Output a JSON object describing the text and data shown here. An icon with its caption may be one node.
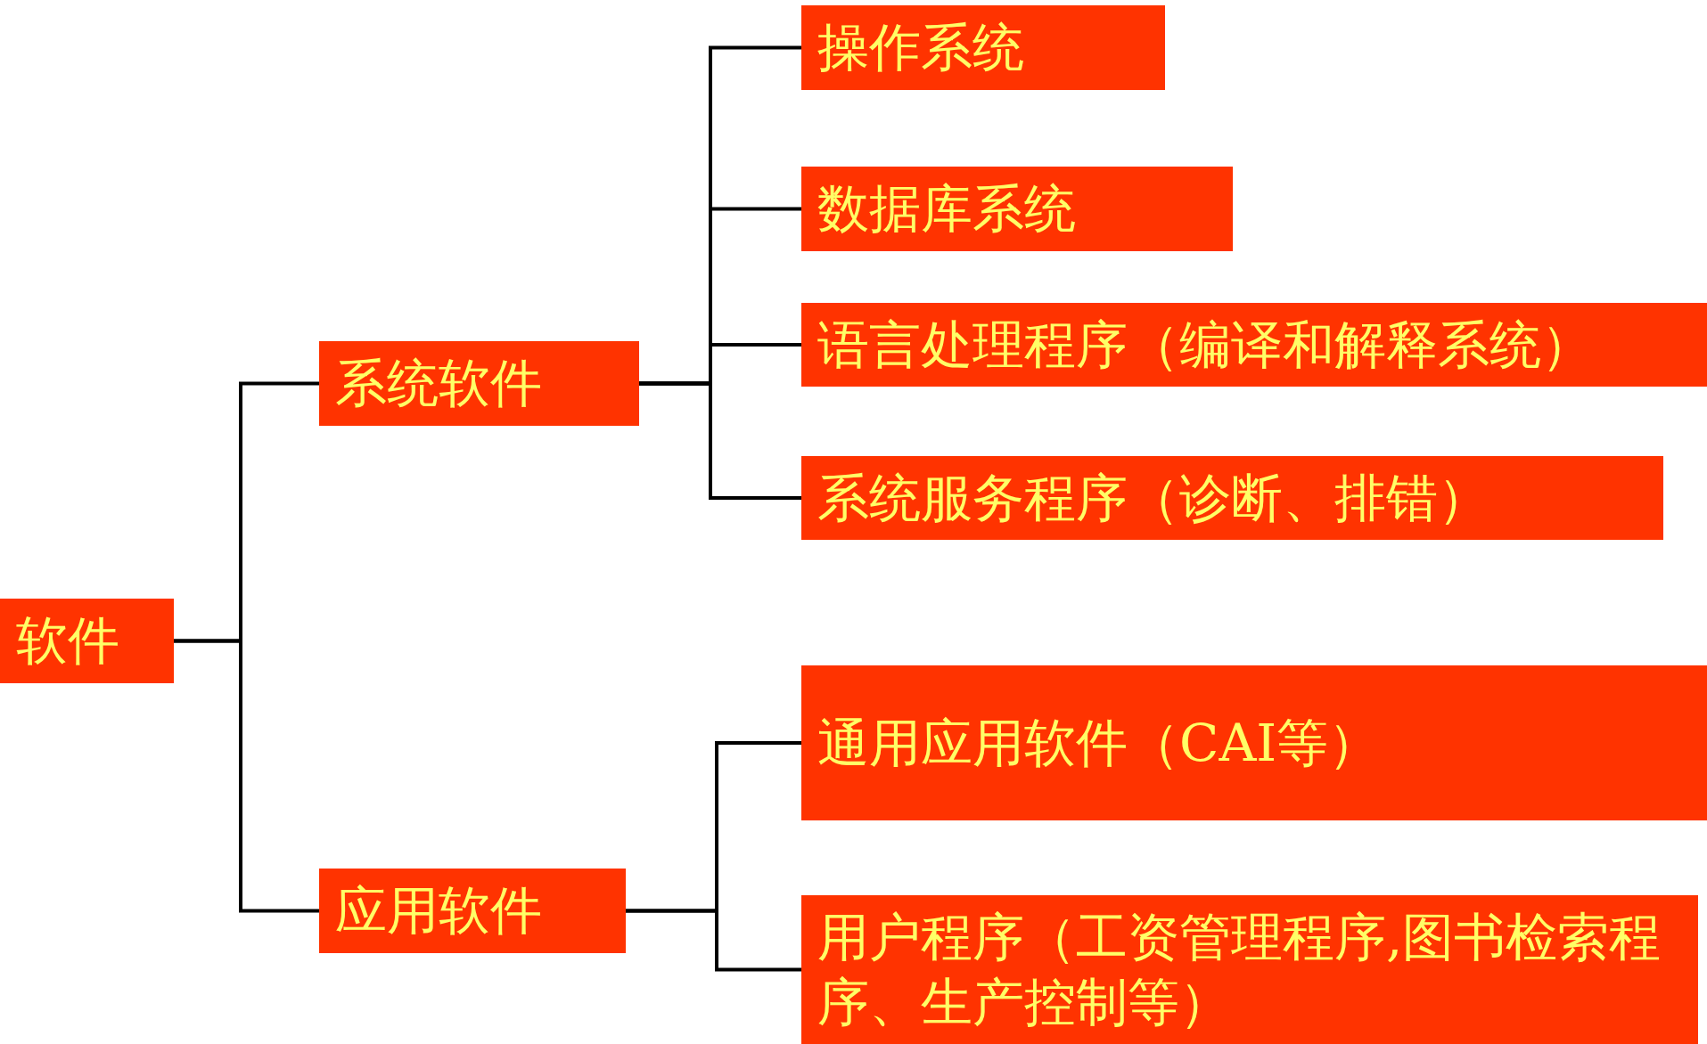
{
  "diagram": {
    "nodes": [
      {
        "text": [
          "软件"
        ]
      },
      {
        "text": [
          "系统软件"
        ]
      },
      {
        "text": [
          "应用软件"
        ]
      },
      {
        "text": [
          "操作系统"
        ]
      },
      {
        "text": [
          "数据库系统"
        ]
      },
      {
        "text": [
          "语言处理程序（编译和解释系统）"
        ]
      },
      {
        "text": [
          "系统服务程序（诊断、排错）"
        ]
      },
      {
        "text": [
          "通用应用软件（CAI等）"
        ]
      },
      {
        "text": [
          "用户程序（工资管理程序,图书检索程序、生产控制等）"
        ]
      }
    ],
    "edges": [
      {
        "from": 0,
        "to": 1,
        "arrow": "none"
      },
      {
        "from": 0,
        "to": 2,
        "arrow": "none"
      },
      {
        "from": 1,
        "to": 3,
        "arrow": "none"
      },
      {
        "from": 1,
        "to": 4,
        "arrow": "none"
      },
      {
        "from": 1,
        "to": 5,
        "arrow": "none"
      },
      {
        "from": 1,
        "to": 6,
        "arrow": "none"
      },
      {
        "from": 2,
        "to": 7,
        "arrow": "none"
      },
      {
        "from": 2,
        "to": 8,
        "arrow": "none"
      }
    ]
  }
}
